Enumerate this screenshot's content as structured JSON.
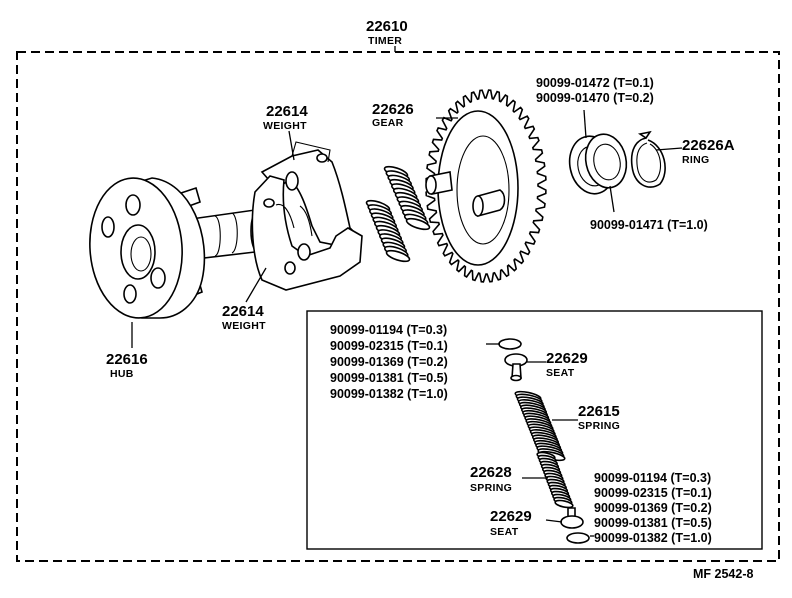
{
  "assembly": {
    "number": "22610",
    "label": "TIMER"
  },
  "parts": {
    "hub": {
      "number": "22616",
      "label": "HUB"
    },
    "weight_top": {
      "number": "22614",
      "label": "WEIGHT"
    },
    "weight_bottom": {
      "number": "22614",
      "label": "WEIGHT"
    },
    "gear": {
      "number": "22626",
      "label": "GEAR"
    },
    "ring": {
      "number": "22626A",
      "label": "RING"
    },
    "seat_top": {
      "number": "22629",
      "label": "SEAT"
    },
    "spring_outer": {
      "number": "22615",
      "label": "SPRING"
    },
    "spring_inner": {
      "number": "22628",
      "label": "SPRING"
    },
    "seat_bottom": {
      "number": "22629",
      "label": "SEAT"
    }
  },
  "shims_gear": [
    "90099-01472 (T=0.1)",
    "90099-01470 (T=0.2)"
  ],
  "shim_single": "90099-01471 (T=1.0)",
  "shims_left": [
    "90099-01194 (T=0.3)",
    "90099-02315 (T=0.1)",
    "90099-01369 (T=0.2)",
    "90099-01381 (T=0.5)",
    "90099-01382 (T=1.0)"
  ],
  "shims_right": [
    "90099-01194 (T=0.3)",
    "90099-02315 (T=0.1)",
    "90099-01369 (T=0.2)",
    "90099-01381 (T=0.5)",
    "90099-01382 (T=1.0)"
  ],
  "figure_code": "MF 2542-8"
}
